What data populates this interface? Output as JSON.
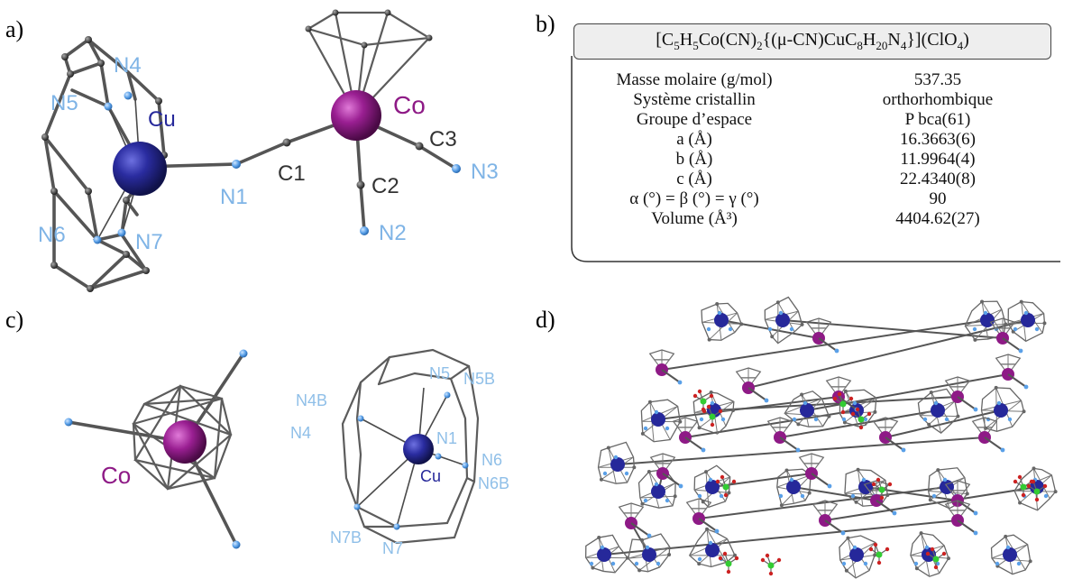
{
  "panels": {
    "a": "a)",
    "b": "b)",
    "c": "c)",
    "d": "d)"
  },
  "panel_a": {
    "atoms": {
      "cu": "Cu",
      "co": "Co",
      "n1": "N1",
      "n2": "N2",
      "n3": "N3",
      "n4": "N4",
      "n5": "N5",
      "n6": "N6",
      "n7": "N7",
      "c1": "C1",
      "c2": "C2",
      "c3": "C3"
    }
  },
  "panel_b": {
    "formula_parts": {
      "p1": "[C",
      "s1": "5",
      "p2": "H",
      "s2": "5",
      "p3": "Co(CN)",
      "s3": "2",
      "p4": "{(μ-CN)CuC",
      "s4": "8",
      "p5": "H",
      "s5": "20",
      "p6": "N",
      "s6": "4",
      "p7": "}](ClO",
      "s7": "4",
      "p8": ")"
    },
    "rows": [
      {
        "property": "Masse molaire (g/mol)",
        "value": "537.35"
      },
      {
        "property": "Système cristallin",
        "value": "orthorhombique"
      },
      {
        "property": "Groupe d’espace",
        "value": "P bca(61)"
      },
      {
        "property": "a (Å)",
        "value": "16.3663(6)"
      },
      {
        "property": "b (Å)",
        "value": "11.9964(4)"
      },
      {
        "property": "c (Å)",
        "value": "22.4340(8)"
      },
      {
        "property": "α (°) = β  (°) =  γ  (°)",
        "value": "90"
      },
      {
        "property": "Volume (Å³)",
        "value": "4404.62(27)"
      }
    ]
  },
  "panel_c": {
    "atoms": {
      "co": "Co",
      "cu": "Cu",
      "n1": "N1",
      "n4": "N4",
      "n4b": "N4B",
      "n5": "N5",
      "n5b": "N5B",
      "n6": "N6",
      "n6b": "N6B",
      "n7": "N7",
      "n7b": "N7B"
    }
  },
  "colors": {
    "cobalt": "#8e1a86",
    "copper": "#26289a",
    "nitrogen": "#5aa0e8",
    "carbon": "#555555",
    "chlorine": "#33cc33",
    "oxygen": "#cc2222",
    "label_blue": "#8fbfe8"
  }
}
